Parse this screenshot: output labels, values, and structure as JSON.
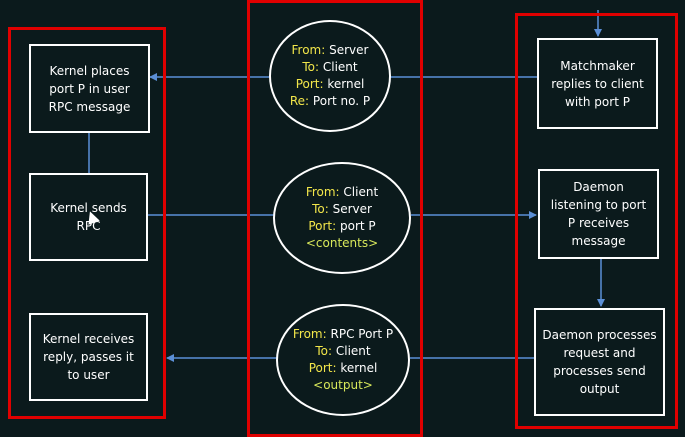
{
  "colors": {
    "background": "#0b1a1c",
    "frame": "#e00000",
    "box_border": "#ffffff",
    "connector": "#5b8fd6",
    "keyword": "#f2e64a",
    "note": "#d8e85a"
  },
  "left_column": {
    "box1": "Kernel places port P in user RPC message",
    "box2": "Kernel sends RPC",
    "box3": "Kernel receives reply, passes it to user"
  },
  "messages": [
    {
      "from_label": "From:",
      "from_value": "Server",
      "to_label": "To:",
      "to_value": "Client",
      "port_label": "Port:",
      "port_value": "kernel",
      "extra_label": "Re:",
      "extra_value": "Port no. P"
    },
    {
      "from_label": "From:",
      "from_value": "Client",
      "to_label": "To:",
      "to_value": "Server",
      "port_label": "Port:",
      "port_value": "port P",
      "note": "<contents>"
    },
    {
      "from_label": "From:",
      "from_value": "RPC Port P",
      "to_label": "To:",
      "to_value": "Client",
      "port_label": "Port:",
      "port_value": "kernel",
      "note": "<output>"
    }
  ],
  "right_column": {
    "box1": "Matchmaker replies to client with port P",
    "box2": "Daemon listening to port P receives message",
    "box3": "Daemon processes request and processes send output"
  }
}
